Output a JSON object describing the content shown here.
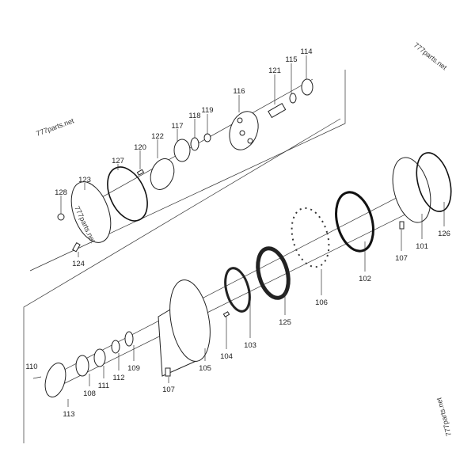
{
  "diagram": {
    "watermarks": [
      "777parts.net",
      "777parts.net",
      "777parts.net",
      "777parts.net"
    ],
    "labels": {
      "p114": "114",
      "p115": "115",
      "p121": "121",
      "p116": "116",
      "p119": "119",
      "p118": "118",
      "p117": "117",
      "p122": "122",
      "p120": "120",
      "p127": "127",
      "p123": "123",
      "p128": "128",
      "p124": "124",
      "p110": "110",
      "p113": "113",
      "p108": "108",
      "p111": "111",
      "p112": "112",
      "p109": "109",
      "p105": "105",
      "p107a": "107",
      "p104": "104",
      "p103": "103",
      "p125": "125",
      "p106": "106",
      "p102": "102",
      "p107b": "107",
      "p101": "101",
      "p126": "126"
    }
  }
}
